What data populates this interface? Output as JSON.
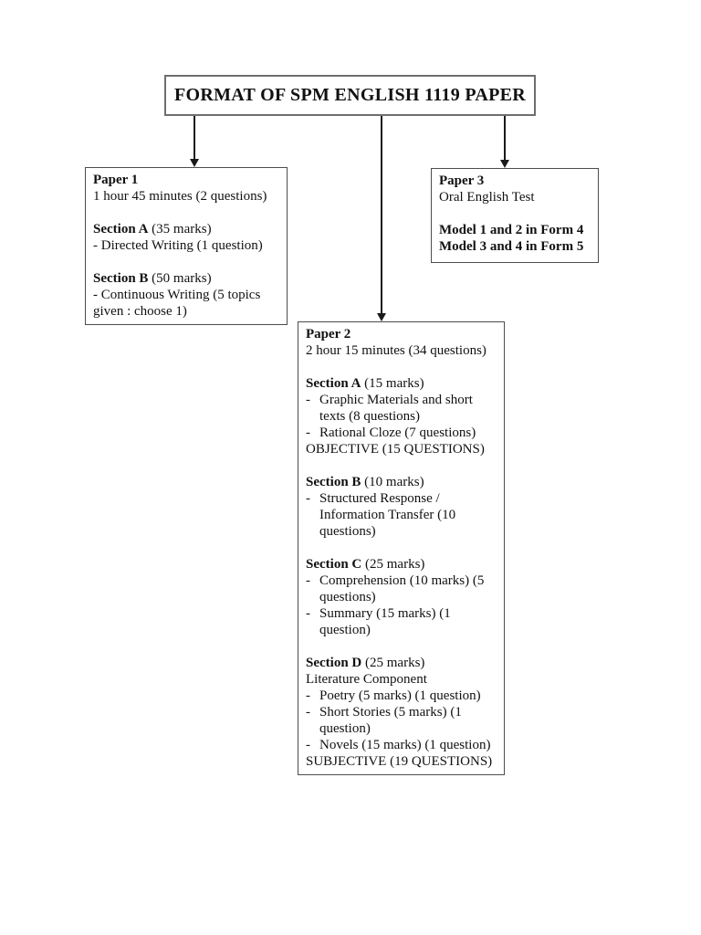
{
  "page": {
    "background_color": "#ffffff",
    "text_color": "#111111",
    "border_color": "#4d4d4d"
  },
  "title_box": {
    "text": "FORMAT OF SPM ENGLISH 1119 PAPER"
  },
  "connections": [
    {
      "from": "title",
      "to": "paper1",
      "arrow": "down"
    },
    {
      "from": "title",
      "to": "paper2",
      "arrow": "down"
    },
    {
      "from": "title",
      "to": "paper3",
      "arrow": "down"
    }
  ],
  "boxes": {
    "paper1": {
      "name": "Paper 1",
      "lines": [
        {
          "segments": [
            {
              "text": "Paper 1",
              "bold": true
            }
          ]
        },
        {
          "segments": [
            {
              "text": "1 hour 45 minutes (2 questions)"
            }
          ]
        },
        {
          "segments": []
        },
        {
          "segments": [
            {
              "text": "Section A",
              "bold": true
            },
            {
              "text": " (35 marks)"
            }
          ]
        },
        {
          "segments": [
            {
              "text": "- Directed Writing (1 question)"
            }
          ]
        },
        {
          "segments": []
        },
        {
          "segments": [
            {
              "text": "Section B",
              "bold": true
            },
            {
              "text": " (50 marks)"
            }
          ]
        },
        {
          "segments": [
            {
              "text": "- Continuous Writing (5 topics"
            }
          ]
        },
        {
          "segments": [
            {
              "text": "given : choose 1)"
            }
          ]
        }
      ]
    },
    "paper2": {
      "name": "Paper 2",
      "lines": [
        {
          "segments": [
            {
              "text": "Paper 2",
              "bold": true
            }
          ]
        },
        {
          "segments": [
            {
              "text": "2 hour 15 minutes (34 questions)"
            }
          ]
        },
        {
          "segments": []
        },
        {
          "segments": [
            {
              "text": "Section A",
              "bold": true
            },
            {
              "text": " (15 marks)"
            }
          ]
        },
        {
          "marker": "-",
          "segments": [
            {
              "text": "Graphic Materials and short"
            }
          ]
        },
        {
          "indent": true,
          "segments": [
            {
              "text": "texts (8 questions)"
            }
          ]
        },
        {
          "marker": "-",
          "segments": [
            {
              "text": "Rational Cloze (7 questions)"
            }
          ]
        },
        {
          "segments": [
            {
              "text": "OBJECTIVE (15 QUESTIONS)"
            }
          ]
        },
        {
          "segments": []
        },
        {
          "segments": [
            {
              "text": "Section B",
              "bold": true
            },
            {
              "text": " (10 marks)"
            }
          ]
        },
        {
          "marker": "-",
          "segments": [
            {
              "text": "Structured Response /"
            }
          ]
        },
        {
          "indent": true,
          "segments": [
            {
              "text": "Information Transfer (10"
            }
          ]
        },
        {
          "indent": true,
          "segments": [
            {
              "text": "questions)"
            }
          ]
        },
        {
          "segments": []
        },
        {
          "segments": [
            {
              "text": "Section C",
              "bold": true
            },
            {
              "text": " (25 marks)"
            }
          ]
        },
        {
          "marker": "-",
          "segments": [
            {
              "text": "Comprehension (10 marks) (5"
            }
          ]
        },
        {
          "indent": true,
          "segments": [
            {
              "text": "questions)"
            }
          ]
        },
        {
          "marker": "-",
          "segments": [
            {
              "text": "Summary (15 marks) (1"
            }
          ]
        },
        {
          "indent": true,
          "segments": [
            {
              "text": "question)"
            }
          ]
        },
        {
          "segments": []
        },
        {
          "segments": [
            {
              "text": "Section D",
              "bold": true
            },
            {
              "text": " (25 marks)"
            }
          ]
        },
        {
          "segments": [
            {
              "text": "Literature Component"
            }
          ]
        },
        {
          "marker": "-",
          "segments": [
            {
              "text": "Poetry (5 marks) (1 question)"
            }
          ]
        },
        {
          "marker": "-",
          "segments": [
            {
              "text": "Short Stories (5 marks) (1"
            }
          ]
        },
        {
          "indent": true,
          "segments": [
            {
              "text": "question)"
            }
          ]
        },
        {
          "marker": "-",
          "segments": [
            {
              "text": "Novels (15 marks) (1 question)"
            }
          ]
        },
        {
          "segments": [
            {
              "text": "SUBJECTIVE (19 QUESTIONS)"
            }
          ]
        }
      ]
    },
    "paper3": {
      "name": "Paper 3",
      "lines": [
        {
          "segments": [
            {
              "text": "Paper 3",
              "bold": true
            }
          ]
        },
        {
          "segments": [
            {
              "text": "Oral English Test"
            }
          ]
        },
        {
          "segments": []
        },
        {
          "segments": [
            {
              "text": "Model 1 and 2 in Form 4",
              "bold": true
            }
          ]
        },
        {
          "segments": [
            {
              "text": "Model 3 and 4 in Form 5",
              "bold": true
            }
          ]
        }
      ]
    }
  }
}
